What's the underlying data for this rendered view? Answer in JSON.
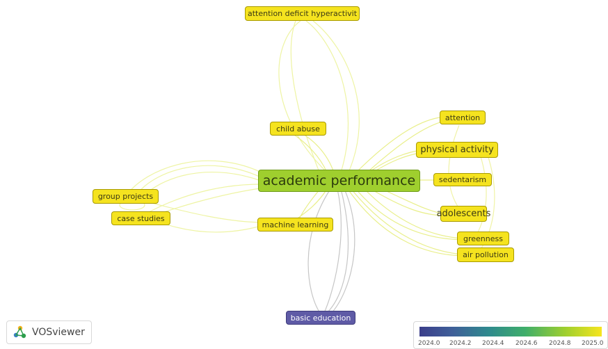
{
  "nodes": {
    "academic_performance": "academic performance",
    "attention_deficit": "attention deficit hyperactivit",
    "child_abuse": "child abuse",
    "attention": "attention",
    "physical_activity": "physical activity",
    "sedentarism": "sedentarism",
    "adolescents": "adolescents",
    "greenness": "greenness",
    "air_pollution": "air pollution",
    "group_projects": "group projects",
    "case_studies": "case studies",
    "machine_learning": "machine learning",
    "basic_education": "basic education"
  },
  "logo": {
    "text": "VOSviewer"
  },
  "legend": {
    "ticks": [
      "2024.0",
      "2024.2",
      "2024.4",
      "2024.6",
      "2024.8",
      "2025.0"
    ]
  },
  "colors": {
    "yellow": "#f5e31f",
    "green": "#9fcf2e",
    "purple": "#5f5ba6",
    "link_yellow": "#e9ef8a",
    "link_gray": "#bdbdbd"
  }
}
